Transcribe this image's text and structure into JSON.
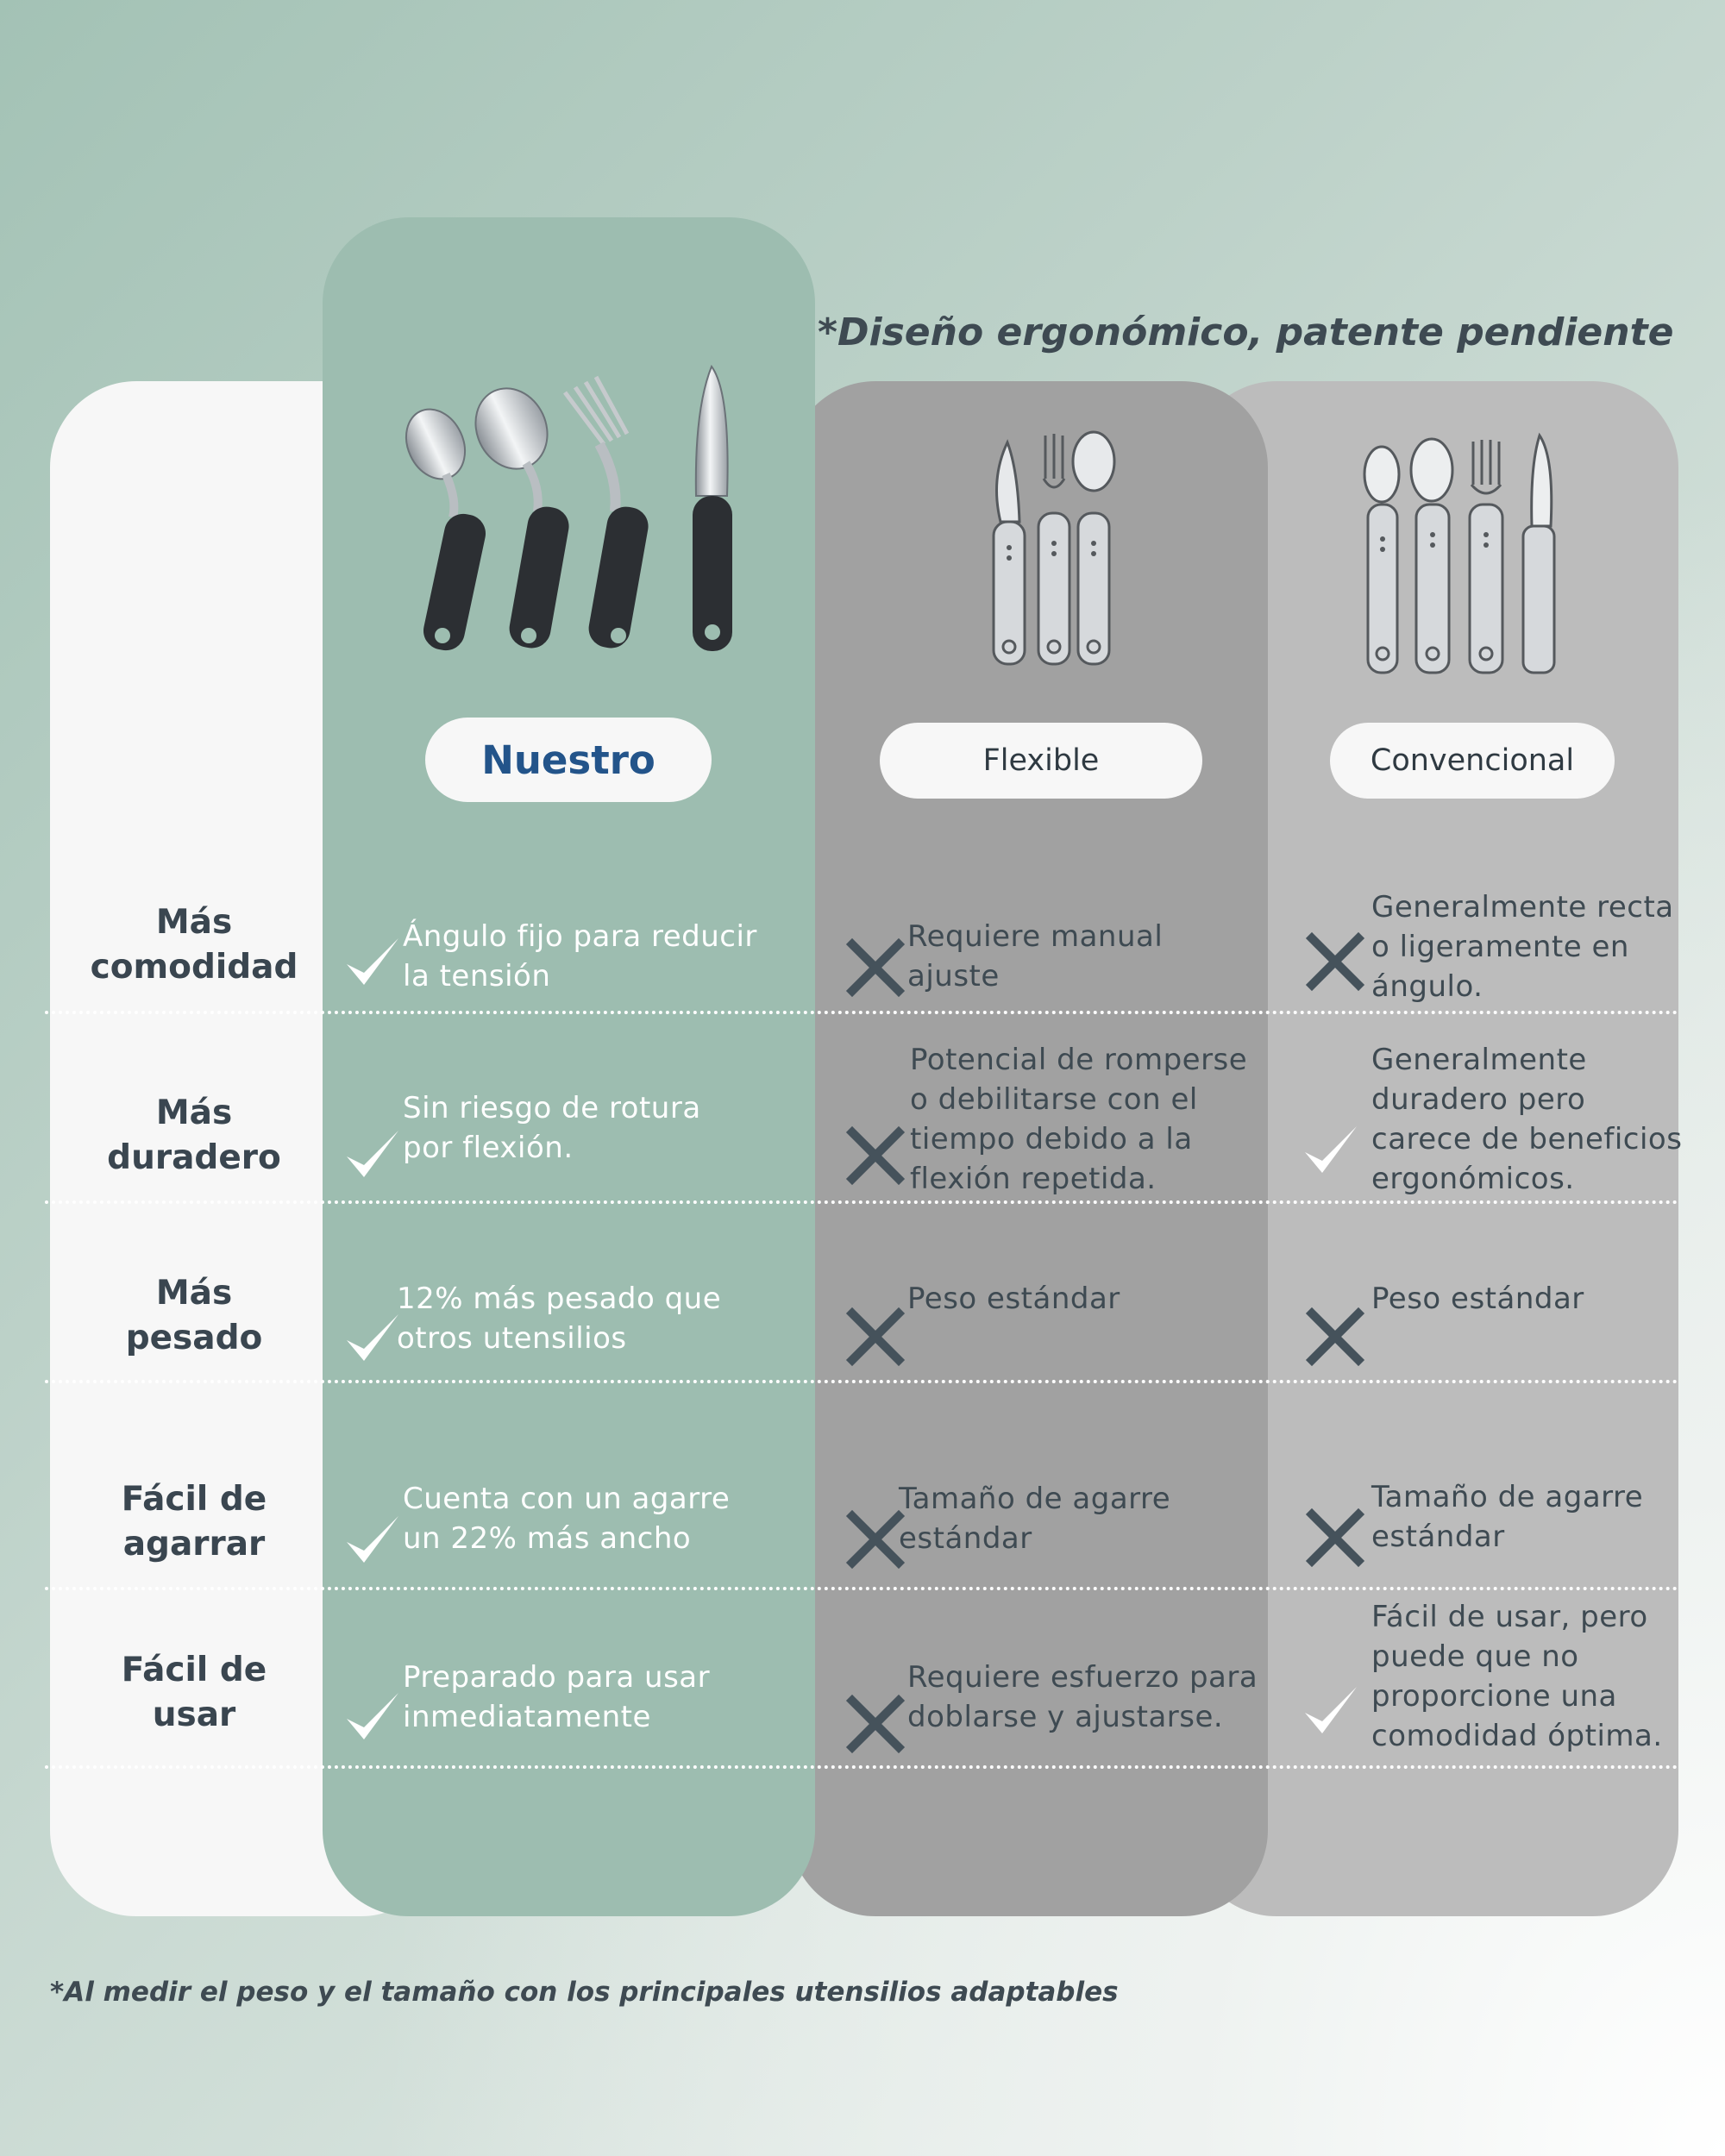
{
  "header_note": "*Diseño ergonómico, patente pendiente",
  "footer_note": "*Al medir el peso y el tamaño con los principales utensilios adaptables",
  "columns": {
    "ours": "Nuestro",
    "flexible": "Flexible",
    "conventional": "Convencional"
  },
  "rows": [
    {
      "label": "Más\ncomodidad",
      "ours": {
        "mark": "check",
        "text": "Ángulo fijo para reducir\nla tensión"
      },
      "flexible": {
        "mark": "cross",
        "text": "Requiere manual\najuste"
      },
      "conventional": {
        "mark": "cross",
        "text": "Generalmente recta\no ligeramente en\nángulo."
      }
    },
    {
      "label": "Más\nduradero",
      "ours": {
        "mark": "check",
        "text": "Sin riesgo de rotura\npor flexión."
      },
      "flexible": {
        "mark": "cross",
        "text": "Potencial de romperse\no debilitarse con el\ntiempo debido a la\nflexión repetida."
      },
      "conventional": {
        "mark": "check",
        "text": "Generalmente\nduradero pero\ncarece de beneficios\nergonómicos."
      }
    },
    {
      "label": "Más\npesado",
      "ours": {
        "mark": "check",
        "text": "12% más pesado que\notros utensilios"
      },
      "flexible": {
        "mark": "cross",
        "text": "Peso estándar"
      },
      "conventional": {
        "mark": "cross",
        "text": "Peso estándar"
      }
    },
    {
      "label": "Fácil de\nagarrar",
      "ours": {
        "mark": "check",
        "text": "Cuenta con un agarre\nun 22% más ancho"
      },
      "flexible": {
        "mark": "cross",
        "text": "Tamaño de agarre\nestándar"
      },
      "conventional": {
        "mark": "cross",
        "text": "Tamaño de agarre\nestándar"
      }
    },
    {
      "label": "Fácil de\nusar",
      "ours": {
        "mark": "check",
        "text": "Preparado para usar\ninmediatamente"
      },
      "flexible": {
        "mark": "cross",
        "text": "Requiere esfuerzo para\ndoblarse y ajustarse."
      },
      "conventional": {
        "mark": "check",
        "text": "Fácil de usar, pero\npuede que no\nproporcione una\ncomodidad óptima."
      }
    }
  ],
  "colors": {
    "ours_panel": "#9dbdb0",
    "flexible_panel": "#a1a1a1",
    "conventional_panel": "#bcbcbc",
    "label_panel": "#f7f7f7",
    "ours_title": "#23548a",
    "dark_text": "#3e4a52",
    "check": "#ffffff",
    "cross": "#45525b"
  },
  "icons": {
    "check": "check-icon",
    "cross": "cross-icon",
    "ours_image": "bent-utensil-set-icon",
    "flexible_image": "flexible-utensil-set-icon",
    "conventional_image": "conventional-utensil-set-icon"
  }
}
